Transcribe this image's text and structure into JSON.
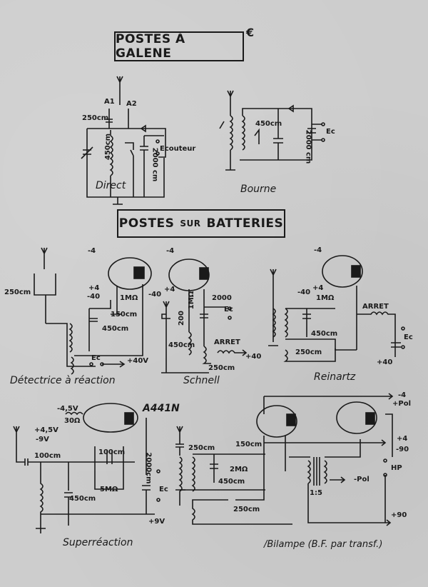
{
  "headers": {
    "section1": "POSTES À GALENE",
    "section1_mark": "€",
    "section2_a": "POSTES",
    "section2_b": "SUR",
    "section2_c": "BATTERIES"
  },
  "circuits": {
    "direct": {
      "caption": "Direct",
      "labels": {
        "a1": "A1",
        "a2": "A2",
        "c250": "250cm",
        "c450": "450cm",
        "c2000": "2000 cm",
        "ecouteur": "Ecouteur"
      }
    },
    "bourne": {
      "caption": "Bourne",
      "labels": {
        "c450": "450cm",
        "c2000": "2000 cm",
        "ec": "Ec"
      }
    },
    "detectrice": {
      "caption": "Détectrice à réaction",
      "labels": {
        "m4": "-4",
        "c250": "250cm",
        "p4": "+4",
        "m40": "-40",
        "r1m": "1MΩ",
        "c150": "150cm",
        "c450": "450cm",
        "ec": "Ec",
        "p40v": "+40V"
      }
    },
    "schnell": {
      "caption": "Schnell",
      "labels": {
        "m4": "-4",
        "p4": "+4",
        "m40": "-40",
        "r200": "200",
        "r1m": "1MΩ",
        "c2000": "2000",
        "ec": "Ec",
        "c450": "450cm",
        "arret": "ARRET",
        "p40": "+40",
        "c250": "250cm"
      }
    },
    "reinartz": {
      "caption": "Reinartz",
      "labels": {
        "m4": "-4",
        "m40": "-40",
        "p4": "+4",
        "r1m": "1MΩ",
        "arret": "ARRET",
        "c450": "450cm",
        "c250": "250cm",
        "ec": "Ec",
        "p40": "+40"
      }
    },
    "superreaction": {
      "caption": "Superréaction",
      "labels": {
        "tube": "A441N",
        "m45": "-4,5V",
        "r30": "30Ω",
        "p45": "+4,5V",
        "m9": "-9V",
        "c100a": "100cm",
        "c100b": "100cm",
        "r5m": "5MΩ",
        "c450": "450cm",
        "c2000": "2000cm",
        "ec": "Ec",
        "p9": "+9V"
      }
    },
    "bilampe": {
      "caption": "/Bilampe (B.F. par transf.)",
      "labels": {
        "m4": "-4",
        "ppol": "+Pol",
        "c250a": "250cm",
        "c150": "150cm",
        "r2m": "2MΩ",
        "c450": "450cm",
        "c250b": "250cm",
        "ratio": "1:5",
        "mpol": "-Pol",
        "p4": "+4",
        "m90": "-90",
        "hp": "HP",
        "p90": "+90"
      }
    }
  }
}
